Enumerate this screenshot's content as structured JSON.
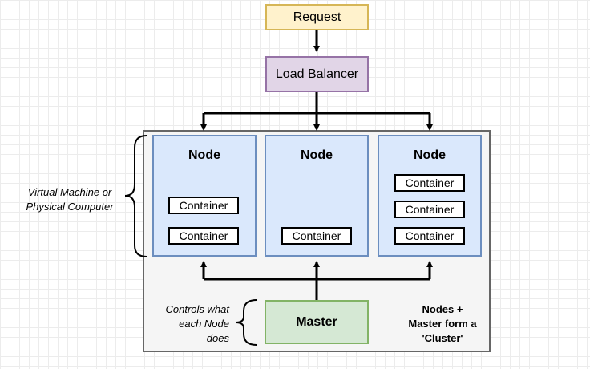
{
  "request": {
    "label": "Request"
  },
  "load_balancer": {
    "label": "Load Balancer"
  },
  "nodes": [
    {
      "title": "Node",
      "containers": [
        "Container",
        "Container"
      ]
    },
    {
      "title": "Node",
      "containers": [
        "Container"
      ]
    },
    {
      "title": "Node",
      "containers": [
        "Container",
        "Container",
        "Container"
      ]
    }
  ],
  "master": {
    "label": "Master"
  },
  "annotations": {
    "vm_line1": "Virtual Machine or",
    "vm_line2": "Physical Computer",
    "controls_line1": "Controls what",
    "controls_line2": "each Node",
    "controls_line3": "does",
    "cluster_line1": "Nodes +",
    "cluster_line2": "Master form a",
    "cluster_line3": "'Cluster'"
  },
  "colors": {
    "request_fill": "#fff2cc",
    "request_border": "#d6b656",
    "lb_fill": "#e1d5e7",
    "lb_border": "#9673a6",
    "node_fill": "#dae8fc",
    "node_border": "#6c8ebf",
    "master_fill": "#d5e8d4",
    "master_border": "#82b366",
    "cluster_fill": "#f5f5f5",
    "cluster_border": "#666666"
  }
}
